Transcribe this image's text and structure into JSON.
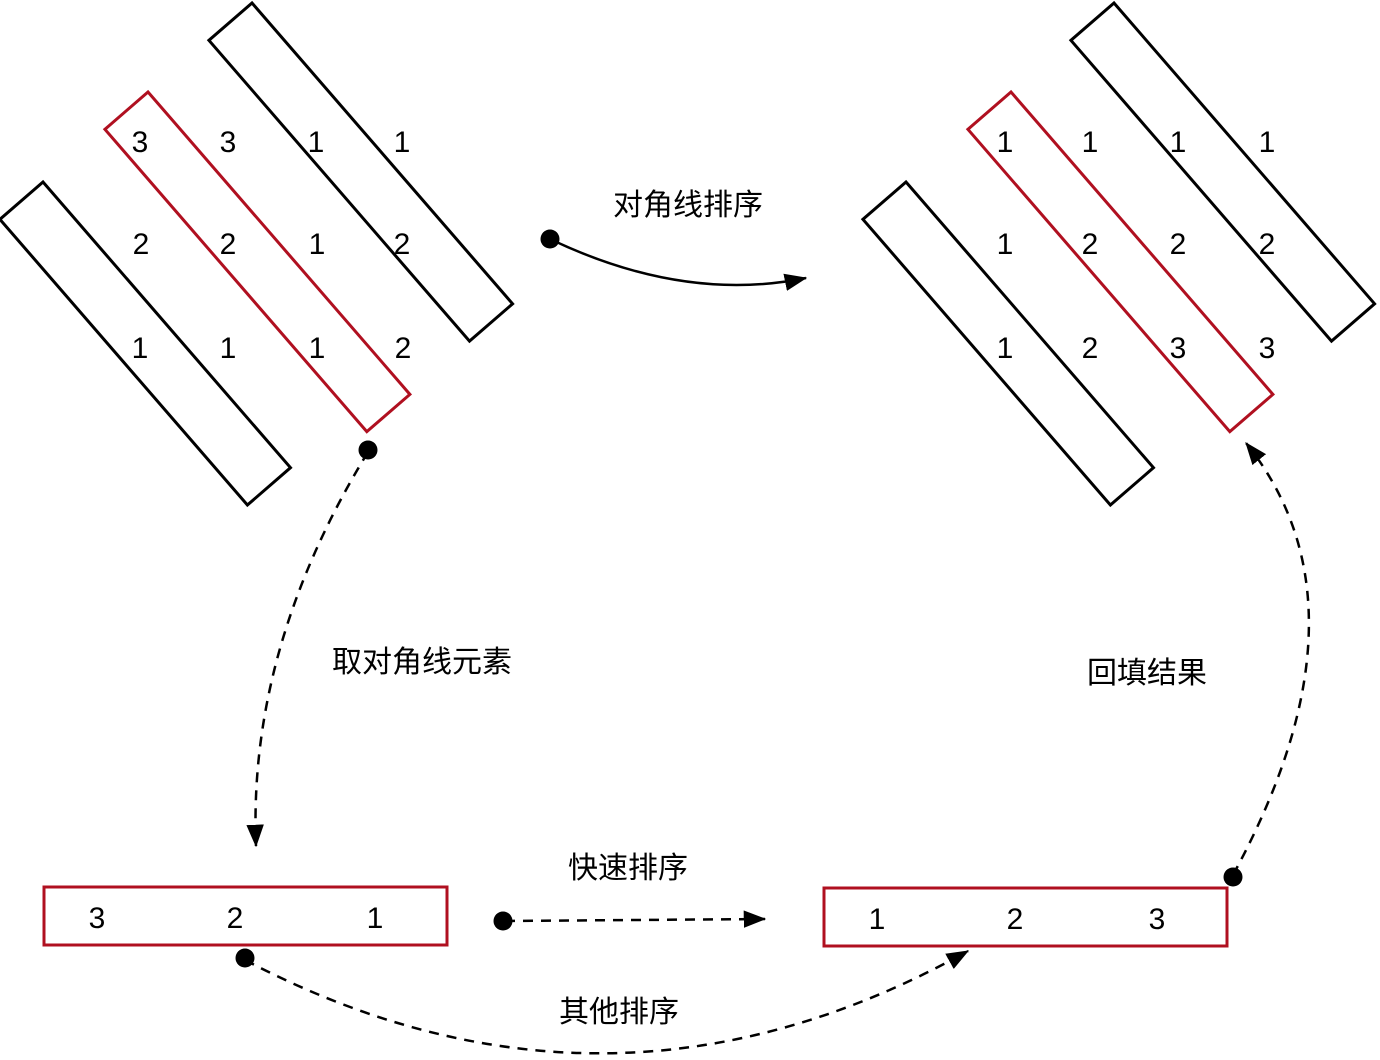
{
  "colors": {
    "red": "#b01020",
    "black": "#000000"
  },
  "labels": {
    "diagonal_sort": "对角线排序",
    "take_diagonal": "取对角线元素",
    "quick_sort": "快速排序",
    "other_sort": "其他排序",
    "backfill": "回填结果"
  },
  "matrices": {
    "left": {
      "rows": [
        [
          "3",
          "3",
          "1",
          "1"
        ],
        [
          "2",
          "2",
          "1",
          "2"
        ],
        [
          "1",
          "1",
          "1",
          "2"
        ]
      ]
    },
    "right": {
      "rows": [
        [
          "1",
          "1",
          "1",
          "1"
        ],
        [
          "1",
          "2",
          "2",
          "2"
        ],
        [
          "1",
          "2",
          "3",
          "3"
        ]
      ]
    }
  },
  "arrays": {
    "left": [
      "3",
      "2",
      "1"
    ],
    "right": [
      "1",
      "2",
      "3"
    ]
  }
}
